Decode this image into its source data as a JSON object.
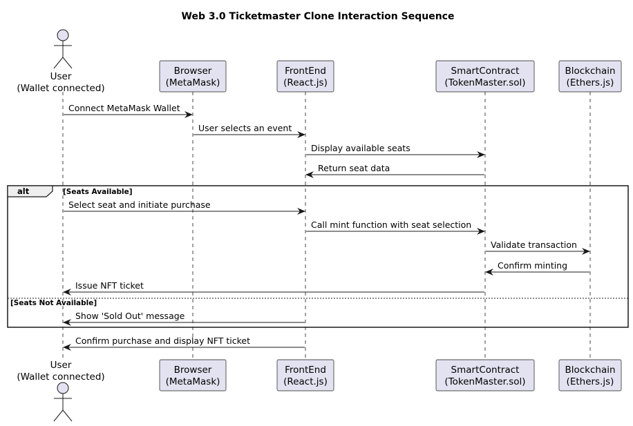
{
  "title": "Web 3.0 Ticketmaster Clone Interaction Sequence",
  "colors": {
    "participant_fill": "#e2e2f0",
    "participant_border": "#181818",
    "line": "#181818",
    "background": "#ffffff"
  },
  "participants": [
    {
      "id": "user",
      "kind": "actor",
      "label_line1": "User",
      "label_line2": "(Wallet connected)"
    },
    {
      "id": "browser",
      "kind": "box",
      "label_line1": "Browser",
      "label_line2": "(MetaMask)"
    },
    {
      "id": "frontend",
      "kind": "box",
      "label_line1": "FrontEnd",
      "label_line2": "(React.js)"
    },
    {
      "id": "contract",
      "kind": "box",
      "label_line1": "SmartContract",
      "label_line2": "(TokenMaster.sol)"
    },
    {
      "id": "chain",
      "kind": "box",
      "label_line1": "Blockchain",
      "label_line2": "(Ethers.js)"
    }
  ],
  "messages": [
    {
      "from": "user",
      "to": "browser",
      "text": "Connect MetaMask Wallet"
    },
    {
      "from": "browser",
      "to": "frontend",
      "text": "User selects an event"
    },
    {
      "from": "frontend",
      "to": "contract",
      "text": "Display available seats"
    },
    {
      "from": "contract",
      "to": "frontend",
      "text": "Return seat data"
    },
    {
      "from": "user",
      "to": "frontend",
      "text": "Select seat and initiate purchase"
    },
    {
      "from": "frontend",
      "to": "contract",
      "text": "Call mint function with seat selection"
    },
    {
      "from": "contract",
      "to": "chain",
      "text": "Validate transaction"
    },
    {
      "from": "chain",
      "to": "contract",
      "text": "Confirm minting"
    },
    {
      "from": "contract",
      "to": "user",
      "text": "Issue NFT ticket"
    },
    {
      "from": "frontend",
      "to": "user",
      "text": "Show 'Sold Out' message"
    },
    {
      "from": "frontend",
      "to": "user",
      "text": "Confirm purchase and display NFT ticket"
    }
  ],
  "alt_frame": {
    "keyword": "alt",
    "guard_1": "[Seats Available]",
    "guard_2": "[Seats Not Available]"
  }
}
